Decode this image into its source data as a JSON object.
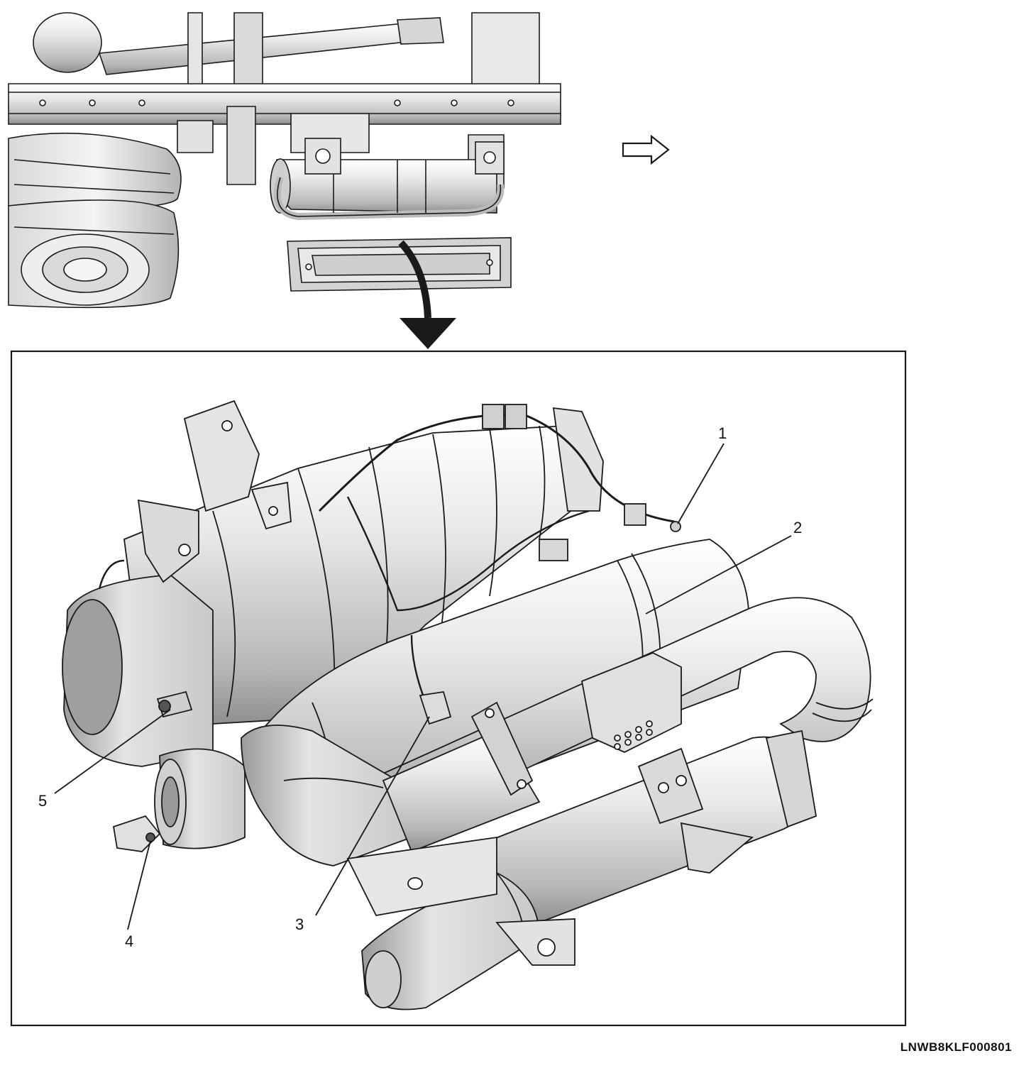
{
  "diagram": {
    "figure_id": "LNWB8KLF000801",
    "callouts": [
      {
        "label": "1"
      },
      {
        "label": "2"
      },
      {
        "label": "3"
      },
      {
        "label": "4"
      },
      {
        "label": "5"
      }
    ],
    "icons": [
      "direction-arrow-icon",
      "zoom-arrow-icon"
    ],
    "colors": {
      "line": "#1a1a1a",
      "metal_light": "#e6e6e6",
      "metal_mid": "#bdbdbd",
      "metal_dark": "#8a8a8a",
      "background": "#ffffff"
    }
  }
}
